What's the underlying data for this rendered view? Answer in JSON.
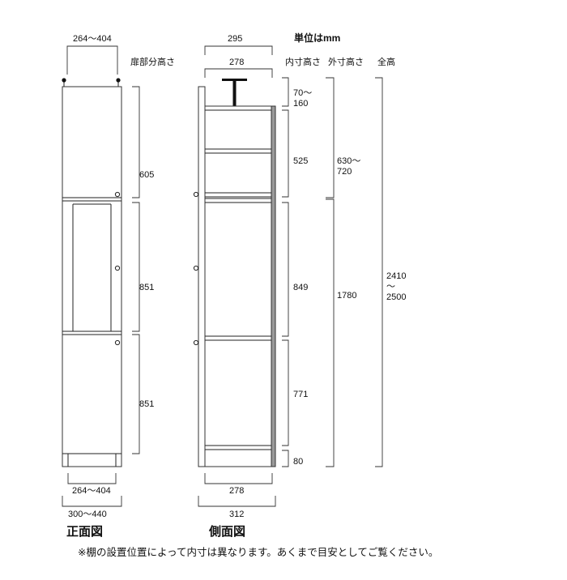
{
  "unit_label": "単位はmm",
  "headers": {
    "door_height": "扉部分高さ",
    "inner_height": "内寸高さ",
    "outer_height": "外寸高さ",
    "total_height": "全高"
  },
  "front_view": {
    "title": "正面図",
    "top_width": "264～404",
    "bottom_inner_width": "264～404",
    "bottom_outer_width": "300～440",
    "door_heights": [
      "605",
      "851",
      "851"
    ]
  },
  "side_view": {
    "title": "側面図",
    "outer_depth": "295",
    "inner_depth": "278",
    "bottom_inner_depth": "278",
    "bottom_outer_depth": "312",
    "inner_heights": [
      "70～",
      "160",
      "525",
      "849",
      "771",
      "80"
    ],
    "outer_heights": [
      "630～",
      "720",
      "1780"
    ],
    "total_height": [
      "2410",
      "～",
      "2500"
    ]
  },
  "note": "※棚の設置位置によって内寸は異なります。あくまで目安としてご覧ください。"
}
